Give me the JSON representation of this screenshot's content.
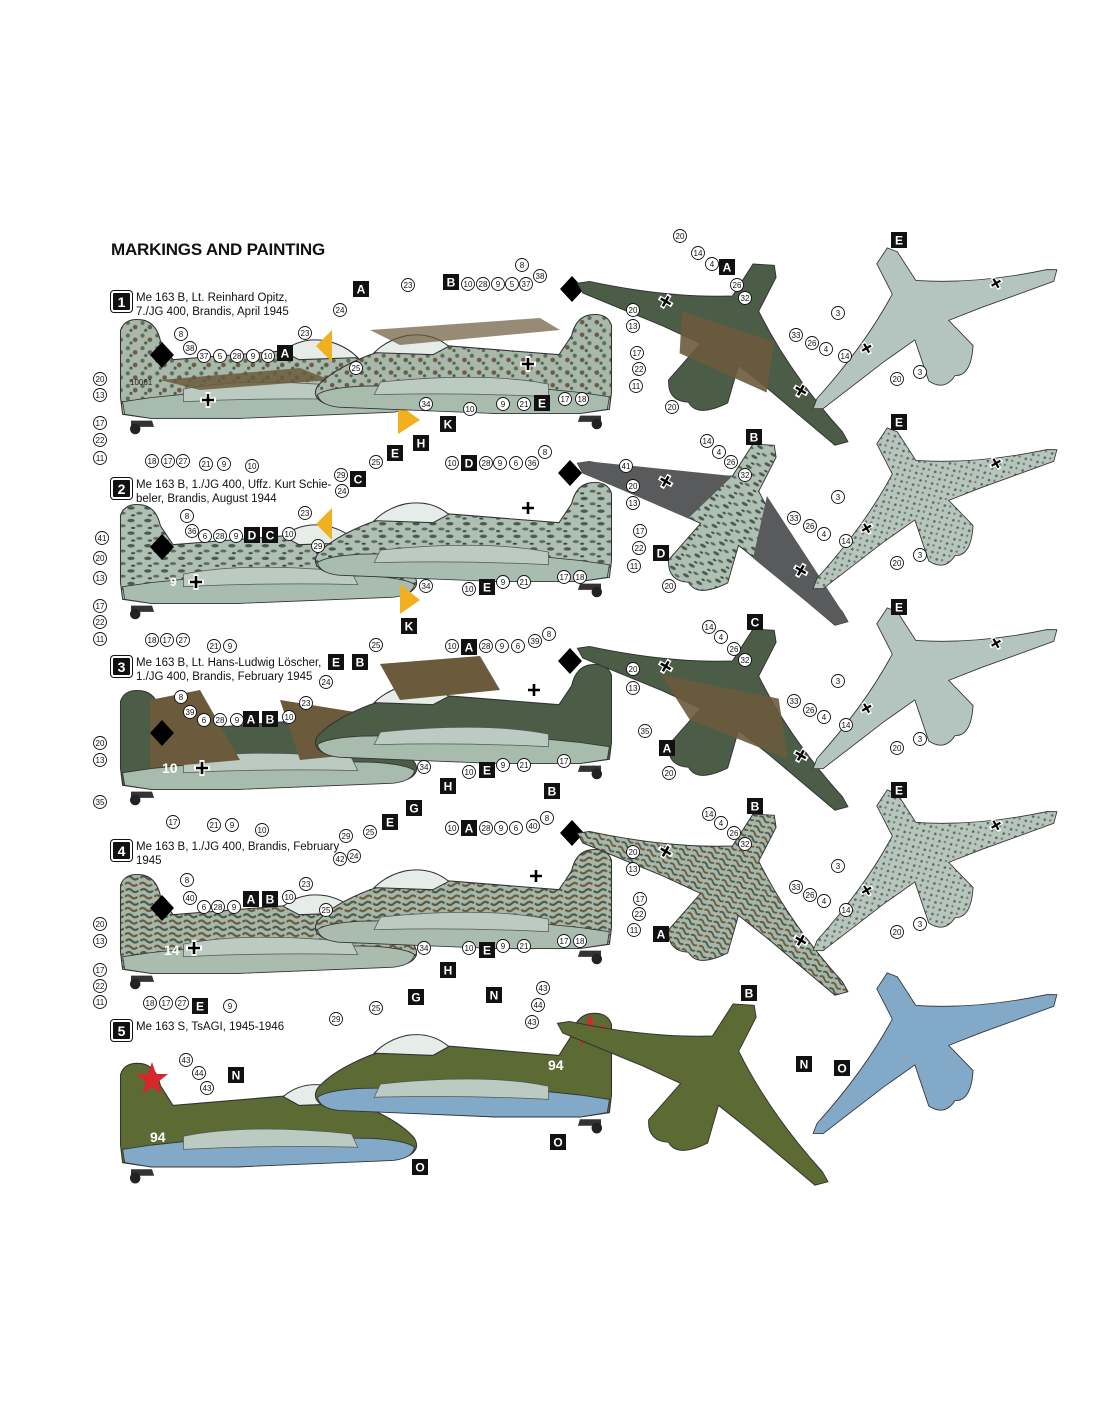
{
  "heading": "MARKINGS AND PAINTING",
  "schemes": [
    {
      "num": "1",
      "line1": "Me 163 B, Lt. Reinhard Opitz,",
      "line2": "7./JG 400, Brandis, April 1945",
      "tail_code": "10061"
    },
    {
      "num": "2",
      "line1": "Me 163 B, 1./JG 400, Uffz. Kurt Schie-",
      "line2": "beler, Brandis, August 1944",
      "fus_code": "9"
    },
    {
      "num": "3",
      "line1": "Me 163 B, Lt. Hans-Ludwig Löscher,",
      "line2": "1./JG 400, Brandis, February 1945",
      "fus_code": "10"
    },
    {
      "num": "4",
      "line1": "Me 163 B, 1./JG 400, Brandis, February",
      "line2": "1945",
      "fus_code": "14"
    },
    {
      "num": "5",
      "line1": "Me 163 S, TsAGI, 1945-1946",
      "line2": "",
      "fus_code": "94"
    }
  ],
  "letters": {
    "A": "A",
    "B": "B",
    "C": "C",
    "D": "D",
    "E": "E",
    "G": "G",
    "H": "H",
    "K": "K",
    "N": "N",
    "O": "O"
  },
  "callouts": [
    "3",
    "4",
    "5",
    "6",
    "8",
    "9",
    "10",
    "11",
    "13",
    "14",
    "17",
    "18",
    "20",
    "21",
    "22",
    "23",
    "24",
    "25",
    "26",
    "27",
    "28",
    "29",
    "32",
    "33",
    "34",
    "35",
    "36",
    "37",
    "38",
    "39",
    "40",
    "41",
    "42",
    "43",
    "44"
  ],
  "colors": {
    "rlm_green": "#4a5e48",
    "rlm_brown": "#6b5a3c",
    "rlm_grey_green": "#9fb3a5",
    "light_grey_blue": "#b4c4bf",
    "dark_grey": "#585a5c",
    "soviet_green": "#5c6a34",
    "soviet_blue": "#82a9c7",
    "nose_yellow": "#f0b020",
    "red_star": "#d8262a"
  }
}
